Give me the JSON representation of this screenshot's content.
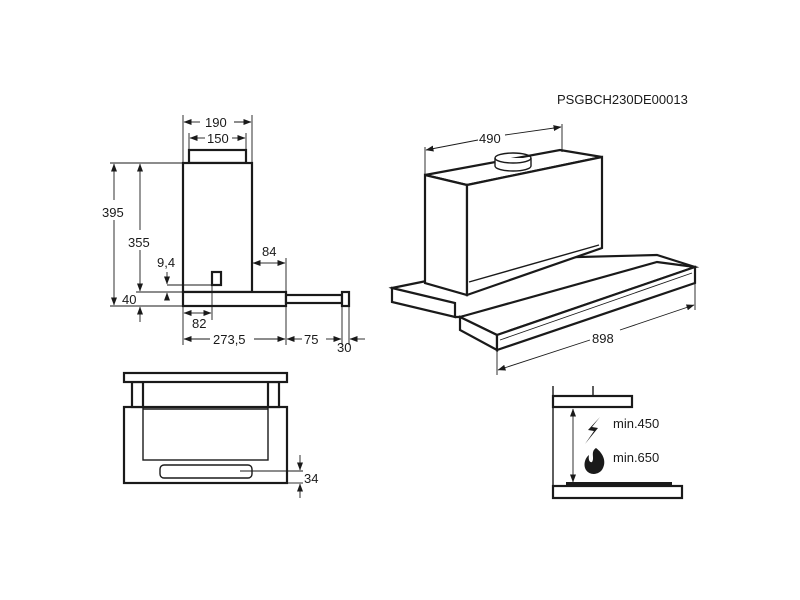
{
  "model_code": "PSGBCH230DE00013",
  "side_view": {
    "width_total": "190",
    "duct_width": "150",
    "height_total": "395",
    "body_height": "355",
    "base_height": "40",
    "switch_offset": "9,4",
    "rear_offset": "84",
    "switch_position": "82",
    "depth": "273,5",
    "extension": "75",
    "front_cap": "30"
  },
  "perspective_view": {
    "depth": "490",
    "width": "898"
  },
  "front_view": {
    "handle_height": "34"
  },
  "clearance": {
    "electric_label": "min.450",
    "gas_label": "min.650"
  }
}
